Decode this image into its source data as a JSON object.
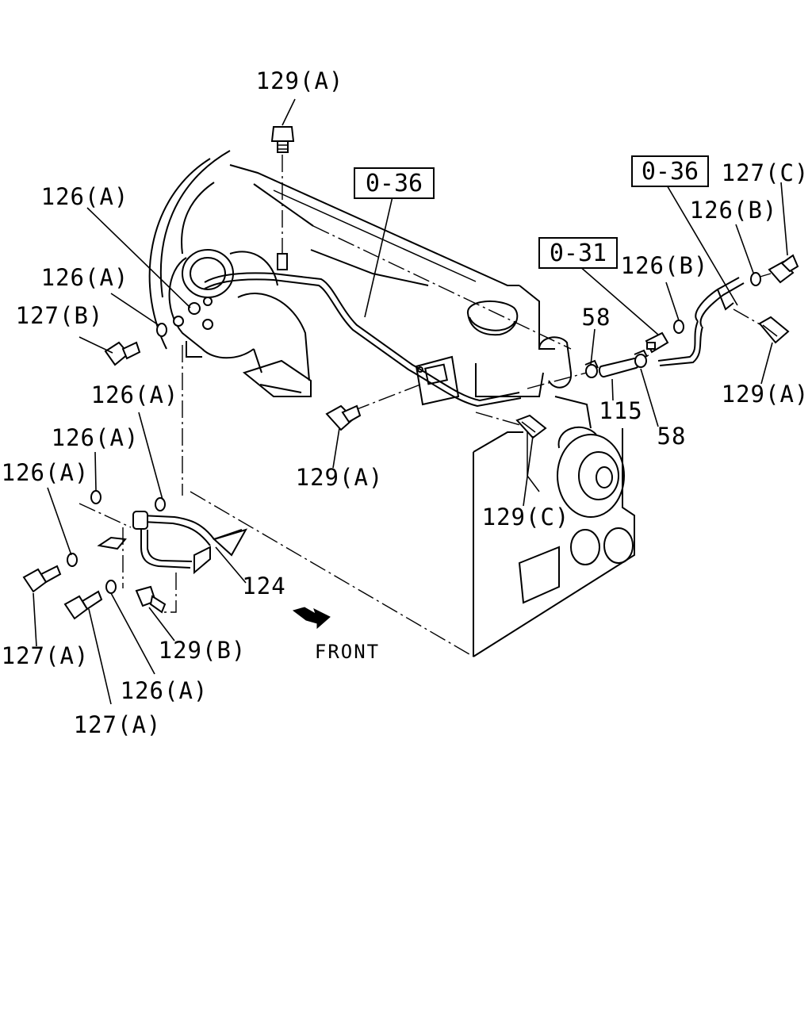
{
  "diagram": {
    "callouts": {
      "top_bolt": "129(A)",
      "washer_upper_left": "126(A)",
      "washer_mid_left": "126(A)",
      "bolt_left_b": "127(B)",
      "washer_front_1": "126(A)",
      "washer_front_2": "126(A)",
      "washer_front_3": "126(A)",
      "bolt_front_a1": "127(A)",
      "washer_front_bottom": "126(A)",
      "bolt_front_a2": "127(A)",
      "bolt_front_b": "129(B)",
      "pipe_124": "124",
      "bolt_center": "129(A)",
      "bolt_center_c": "129(C)",
      "clip_58_upper": "58",
      "hose_115": "115",
      "clip_58_lower": "58",
      "washer_right_b1": "126(B)",
      "washer_right_b2": "126(B)",
      "bolt_right_c": "127(C)",
      "bolt_right_a": "129(A)"
    },
    "references": {
      "ref_center": "0-36",
      "ref_right": "0-36",
      "ref_mid_right": "0-31"
    },
    "direction_label": "FRONT",
    "arrow_icon": "front-arrow-icon"
  }
}
